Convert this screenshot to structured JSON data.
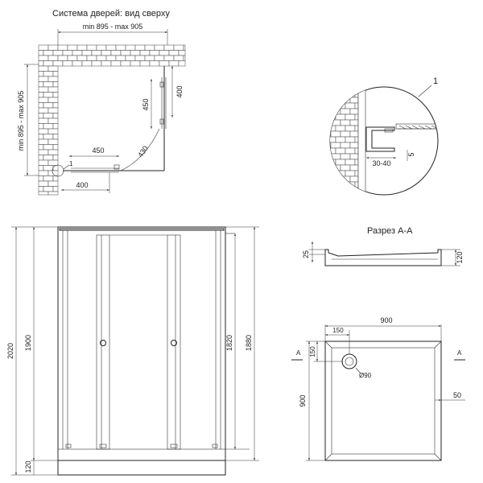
{
  "top_view": {
    "title": "Система дверей: вид сверху",
    "width_range": "min 895 - max 905",
    "depth_range": "min 895 - max 905",
    "door_height": "450",
    "right_offset": "400",
    "door_width": "450",
    "swing": "430",
    "bottom_offset": "400",
    "marker": "1"
  },
  "detail": {
    "callout": "1",
    "gap": "30-40",
    "step": "5"
  },
  "front_view": {
    "total_height": "2020",
    "frame_height": "1900",
    "door_height": "1820",
    "panel_height": "1880",
    "base_height": "120"
  },
  "section": {
    "title": "Разрез А-А",
    "rim": "25",
    "height": "120"
  },
  "tray_plan": {
    "width": "900",
    "depth": "900",
    "drain_offset_x": "150",
    "drain_offset_y": "150",
    "drain_diameter": "Ø90",
    "edge": "50",
    "cut_left": "A",
    "cut_right": "A"
  }
}
